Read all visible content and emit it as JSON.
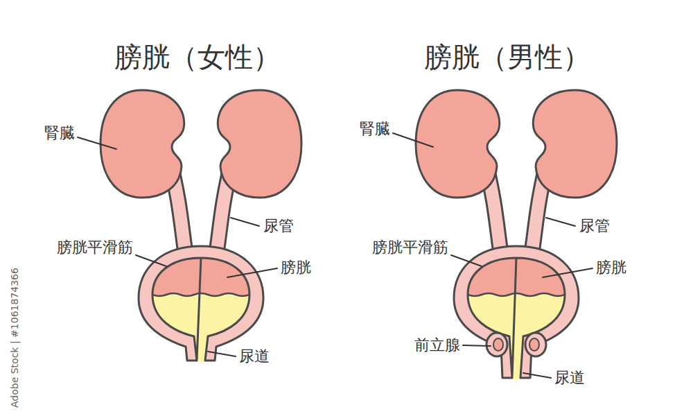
{
  "diagram": {
    "labels": [
      "膀胱（女性）",
      "腎臓",
      "尿管",
      "膀胱平滑筋",
      "膀胱",
      "尿道",
      "膀胱（男性）",
      "腎臓",
      "尿管",
      "膀胱平滑筋",
      "膀胱",
      "前立腺",
      "尿道",
      "Adobe Stock | #1061874366"
    ]
  }
}
